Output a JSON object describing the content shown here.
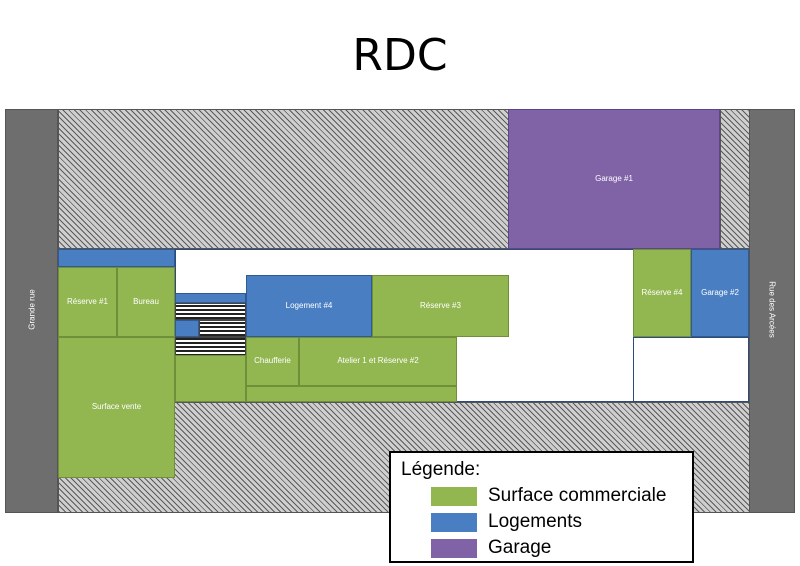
{
  "title": "RDC",
  "streets": {
    "left": "Grande rue",
    "right": "Rue des Arcées"
  },
  "rooms": {
    "garage1": "Garage #1",
    "reserve1": "Réserve #1",
    "bureau": "Bureau",
    "surface_vente": "Surface vente",
    "logement4": "Logement #4",
    "reserve3": "Réserve #3",
    "chaufferie": "Chaufferie",
    "atelier": "Atelier 1 et Réserve #2",
    "reserve4": "Réserve #4",
    "garage2": "Garage #2"
  },
  "legend": {
    "title": "Légende:",
    "items": [
      {
        "label": "Surface commerciale",
        "color": "#92b650"
      },
      {
        "label": "Logements",
        "color": "#4a7ec2"
      },
      {
        "label": "Garage",
        "color": "#8062a6"
      }
    ]
  }
}
